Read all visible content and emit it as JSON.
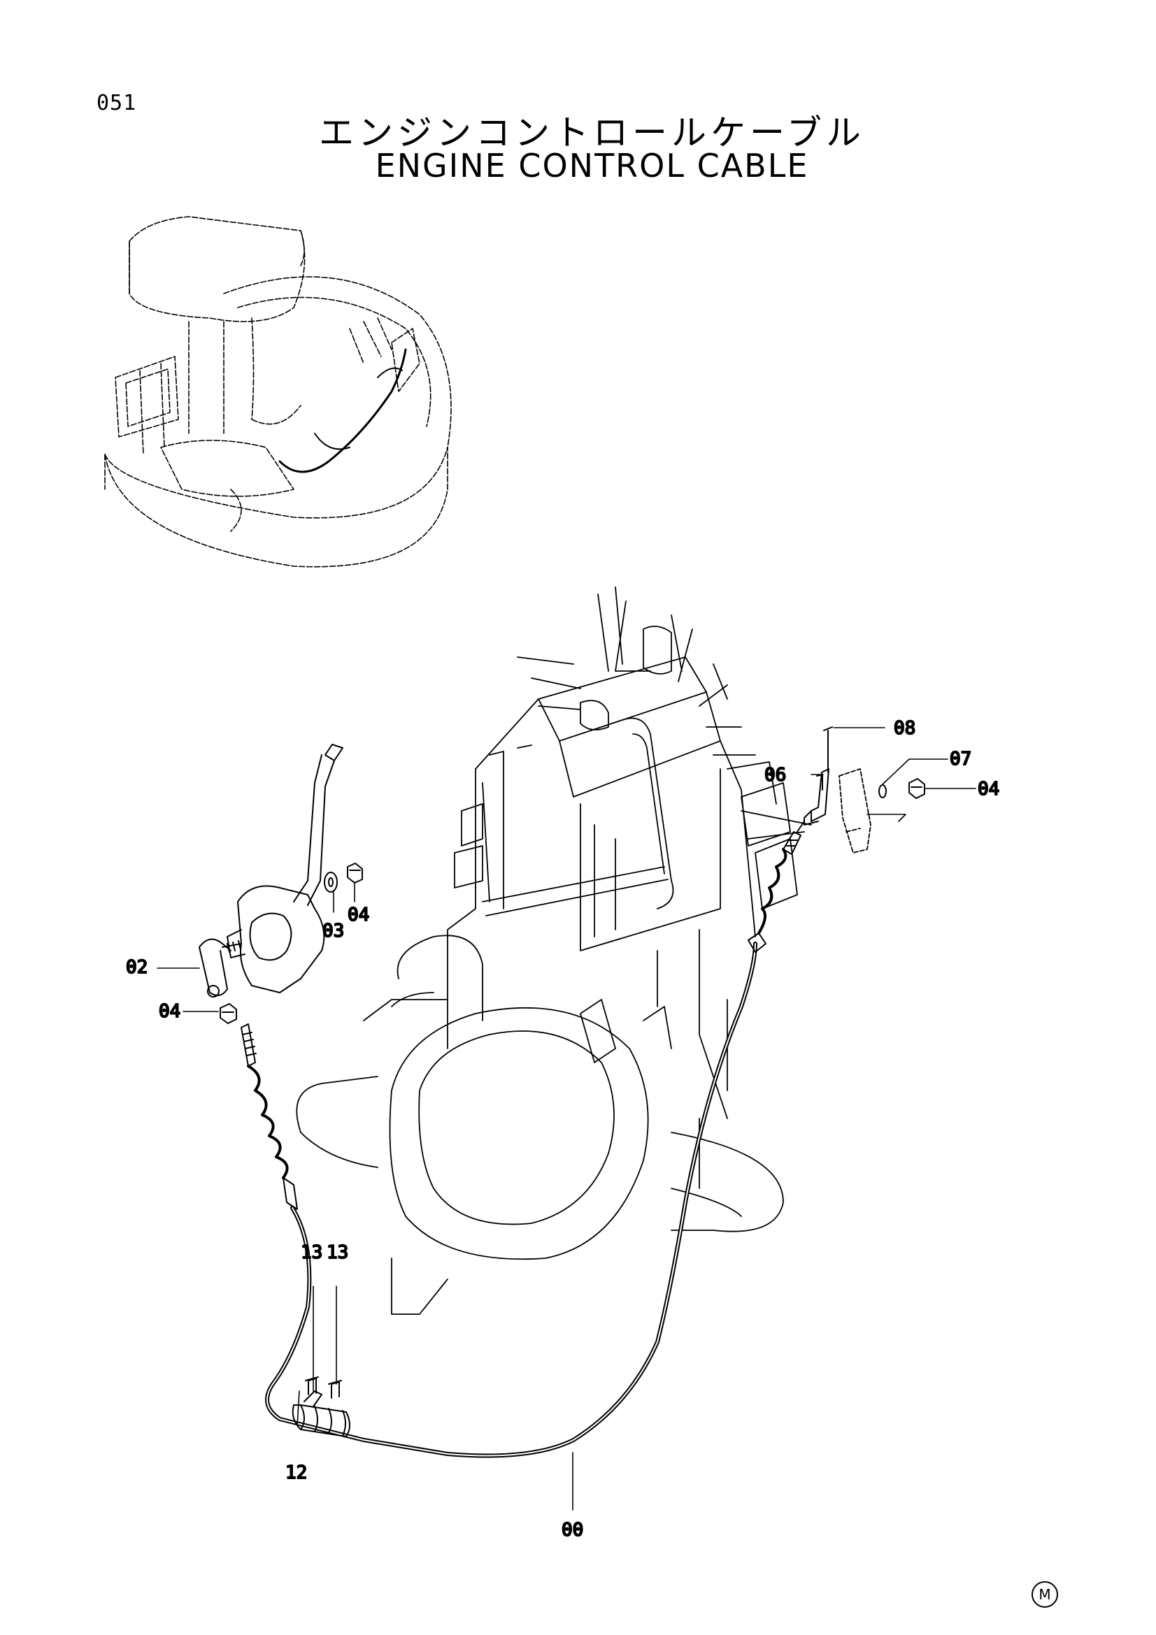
{
  "header": {
    "page_number": "051",
    "title_jp": "エンジンコントロールケーブル",
    "title_en": "ENGINE CONTROL CABLE"
  },
  "callouts": {
    "c00": "00",
    "c02": "02",
    "c03": "03",
    "c04_lever": "04",
    "c04_left": "04",
    "c04_right": "04",
    "c06": "06",
    "c07": "07",
    "c08": "08",
    "c12": "12",
    "c13_a": "13",
    "c13_b": "13"
  },
  "footer": {
    "mark": "M"
  }
}
